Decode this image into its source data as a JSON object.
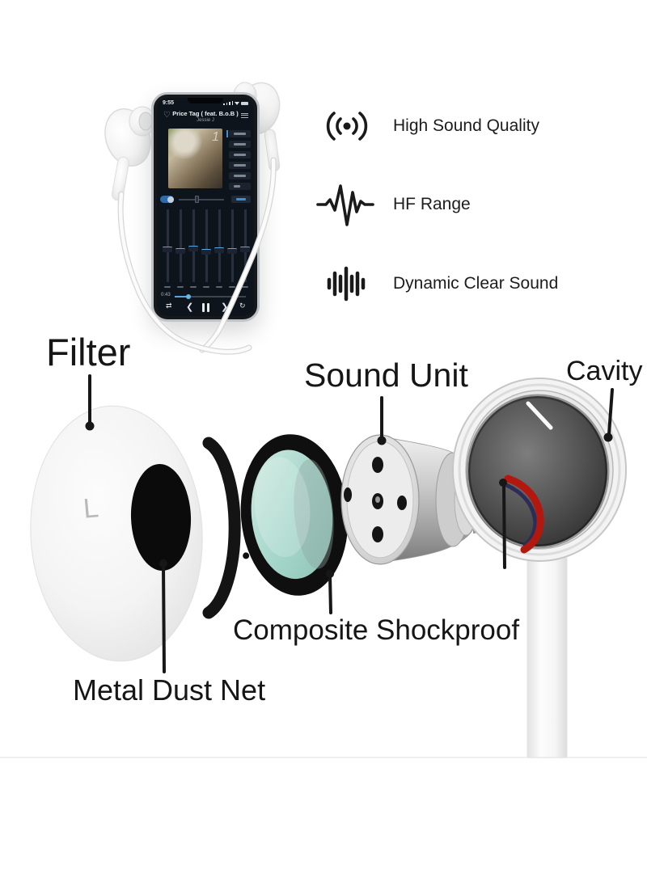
{
  "page": {
    "background": "#ffffff"
  },
  "phone": {
    "status_time": "9:55",
    "song_title": "Price Tag ( feat. B.o.B )",
    "artist": "Jessie J",
    "album_overlay": "1",
    "elapsed_time": "0:43",
    "transport": {
      "previous": "❮",
      "next": "❯",
      "shuffle": "⇄",
      "repeat": "↻"
    }
  },
  "features": [
    {
      "icon": "high-sound-quality-icon",
      "label": "High Sound Quality"
    },
    {
      "icon": "hf-range-icon",
      "label": "HF Range"
    },
    {
      "icon": "dynamic-clear-sound-icon",
      "label": "Dynamic Clear Sound"
    }
  ],
  "diagram": {
    "filter_label": "Filter",
    "sound_unit_label": "Sound Unit",
    "cavity_label": "Cavity",
    "composite_shockproof_label": "Composite Shockproof",
    "metal_dust_net_label": "Metal Dust Net",
    "left_marking": "L"
  },
  "colors": {
    "accent_blue": "#3e8ed6",
    "shockproof_teal": "#a8d8cc",
    "wire_red": "#b2180e"
  }
}
